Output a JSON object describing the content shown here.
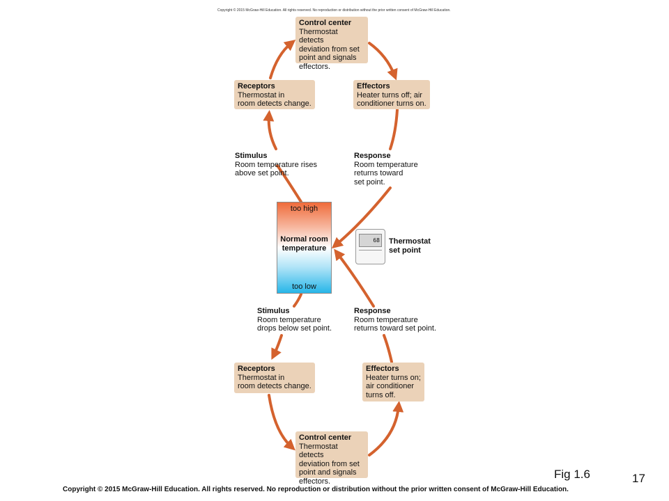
{
  "header": {
    "copyright_small": "Copyright © 2015 McGraw-Hill Education. All rights reserved. No reproduction or distribution without the prior written consent of McGraw-Hill Education."
  },
  "upper_loop": {
    "control_center": {
      "heading": "Control center",
      "lines": [
        "Thermostat detects",
        "deviation from set",
        "point and signals",
        "effectors."
      ]
    },
    "receptors": {
      "heading": "Receptors",
      "lines": [
        "Thermostat in",
        "room detects change."
      ]
    },
    "effectors": {
      "heading": "Effectors",
      "lines": [
        "Heater turns off; air",
        "conditioner turns on."
      ]
    },
    "stimulus": {
      "heading": "Stimulus",
      "lines": [
        "Room temperature rises",
        "above set point."
      ]
    },
    "response": {
      "heading": "Response",
      "lines": [
        "Room temperature",
        "returns toward",
        "set point."
      ]
    }
  },
  "center": {
    "too_high": "too high",
    "normal_lines": [
      "Normal room",
      "temperature"
    ],
    "too_low": "too low",
    "thermostat_lines": [
      "Thermostat",
      "set point"
    ],
    "device_display": "68"
  },
  "lower_loop": {
    "stimulus": {
      "heading": "Stimulus",
      "lines": [
        "Room temperature",
        "drops below set point."
      ]
    },
    "response": {
      "heading": "Response",
      "lines": [
        "Room temperature",
        "returns toward set point."
      ]
    },
    "receptors": {
      "heading": "Receptors",
      "lines": [
        "Thermostat in",
        "room detects change."
      ]
    },
    "effectors": {
      "heading": "Effectors",
      "lines": [
        "Heater turns on;",
        "air conditioner",
        "turns off."
      ]
    },
    "control_center": {
      "heading": "Control center",
      "lines": [
        "Thermostat detects",
        "deviation from set",
        "point and signals",
        "effectors."
      ]
    }
  },
  "footer": {
    "fig_label": "Fig 1.6",
    "page_number": "17",
    "copyright": "Copyright © 2015 McGraw-Hill Education. All rights reserved. No reproduction or distribution without the prior written consent of McGraw-Hill Education."
  },
  "colors": {
    "box_fill": "#ebd2b8",
    "arrow": "#d4622e",
    "hot": "#ef6b3a",
    "cold": "#27b6e8"
  }
}
